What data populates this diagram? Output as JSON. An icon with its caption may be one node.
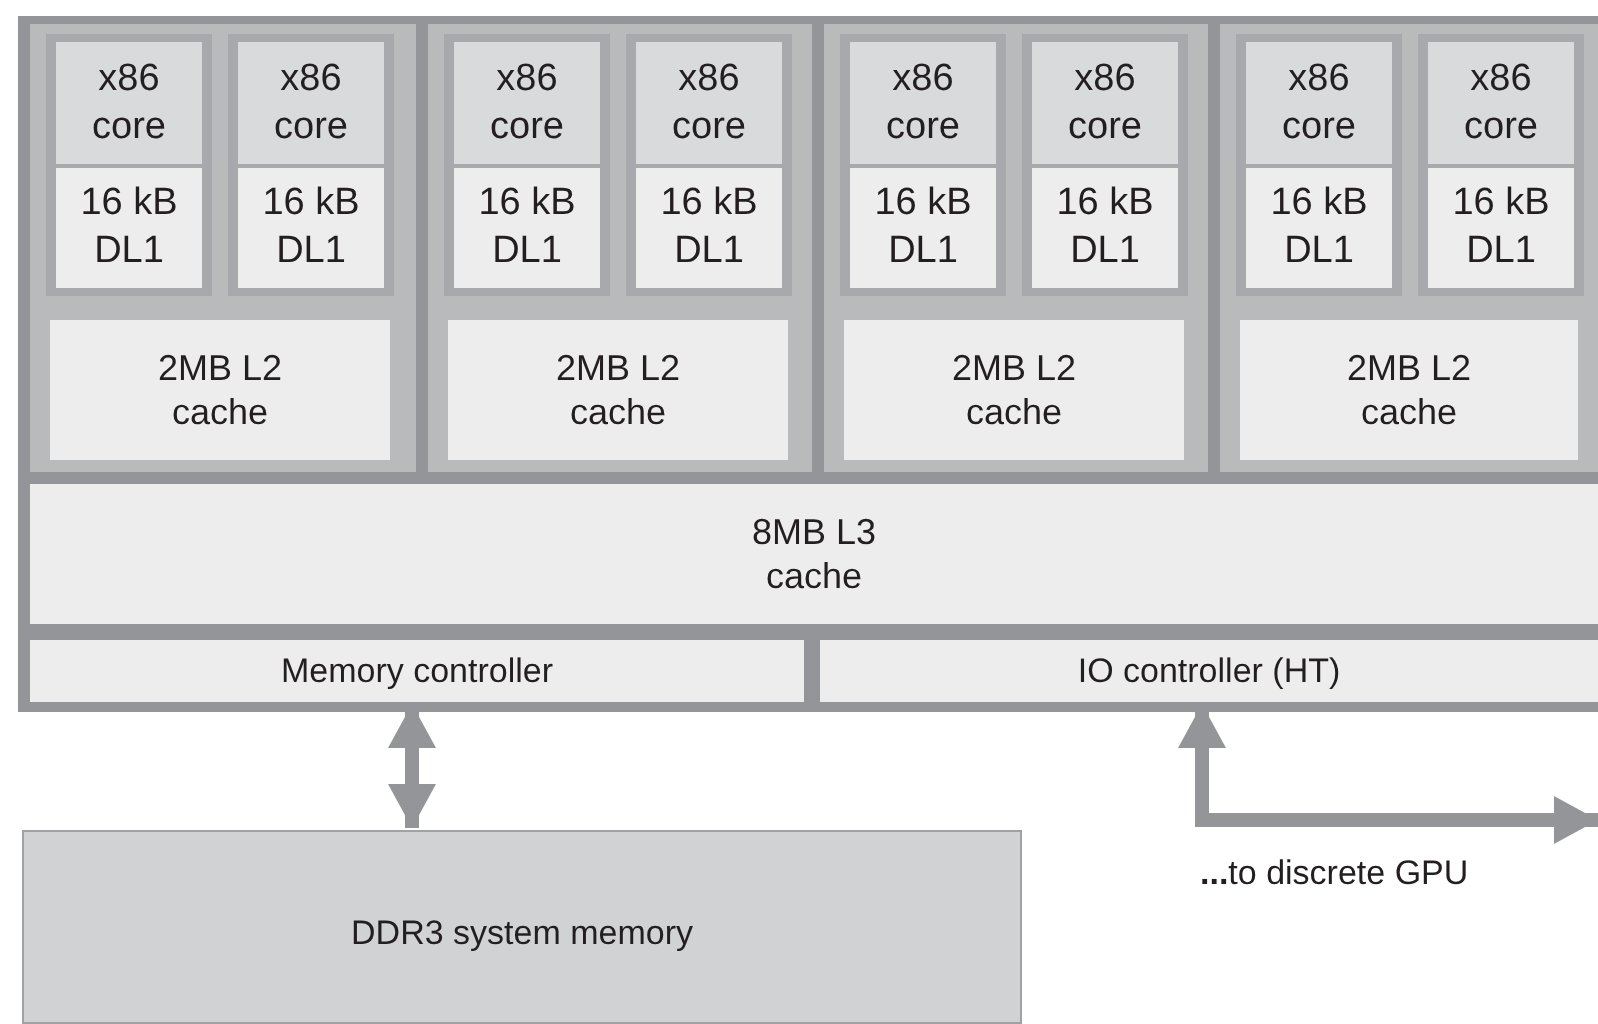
{
  "diagram": {
    "nodes": [
      {
        "text": [],
        "shape": "box"
      },
      {
        "text": [],
        "shape": "box",
        "in": 0
      },
      {
        "text": [],
        "shape": "box",
        "in": 1
      },
      {
        "text": [
          "x86 core"
        ],
        "in": 2
      },
      {
        "text": [
          "16 kB DL1"
        ],
        "in": 2
      },
      {
        "text": [],
        "shape": "box",
        "in": 1
      },
      {
        "text": [
          "x86 core"
        ],
        "in": 5
      },
      {
        "text": [
          "16 kB DL1"
        ],
        "in": 5
      },
      {
        "text": [
          "2MB L2 cache"
        ],
        "in": 1
      },
      {
        "text": [],
        "shape": "box",
        "in": 0
      },
      {
        "text": [],
        "shape": "box",
        "in": 9
      },
      {
        "text": [
          "x86 core"
        ],
        "in": 10
      },
      {
        "text": [
          "16 kB DL1"
        ],
        "in": 10
      },
      {
        "text": [],
        "shape": "box",
        "in": 9
      },
      {
        "text": [
          "x86 core"
        ],
        "in": 13
      },
      {
        "text": [
          "16 kB DL1"
        ],
        "in": 13
      },
      {
        "text": [
          "2MB L2 cache"
        ],
        "in": 9
      },
      {
        "text": [],
        "shape": "box",
        "in": 0
      },
      {
        "text": [],
        "shape": "box",
        "in": 17
      },
      {
        "text": [
          "x86 core"
        ],
        "in": 18
      },
      {
        "text": [
          "16 kB DL1"
        ],
        "in": 18
      },
      {
        "text": [],
        "shape": "box",
        "in": 17
      },
      {
        "text": [
          "x86 core"
        ],
        "in": 21
      },
      {
        "text": [
          "16 kB DL1"
        ],
        "in": 21
      },
      {
        "text": [
          "2MB L2 cache"
        ],
        "in": 17
      },
      {
        "text": [],
        "shape": "box",
        "in": 0
      },
      {
        "text": [],
        "shape": "box",
        "in": 25
      },
      {
        "text": [
          "x86 core"
        ],
        "in": 26
      },
      {
        "text": [
          "16 kB DL1"
        ],
        "in": 26
      },
      {
        "text": [],
        "shape": "box",
        "in": 25
      },
      {
        "text": [
          "x86 core"
        ],
        "in": 29
      },
      {
        "text": [
          "16 kB DL1"
        ],
        "in": 29
      },
      {
        "text": [
          "2MB L2 cache"
        ],
        "in": 25
      },
      {
        "text": [
          "8MB L3 cache"
        ],
        "in": 0
      },
      {
        "text": [
          "Memory controller"
        ],
        "in": 0
      },
      {
        "text": [
          "IO controller (HT)"
        ],
        "in": 0
      },
      {
        "text": [
          "DDR3 system memory"
        ]
      }
    ],
    "edges": [
      {
        "from": 34,
        "to": 36,
        "arrow": "both"
      },
      {
        "from": 35,
        "to": null,
        "arrow": "both"
      }
    ],
    "labels": [
      "**...**to discrete GPU"
    ]
  }
}
